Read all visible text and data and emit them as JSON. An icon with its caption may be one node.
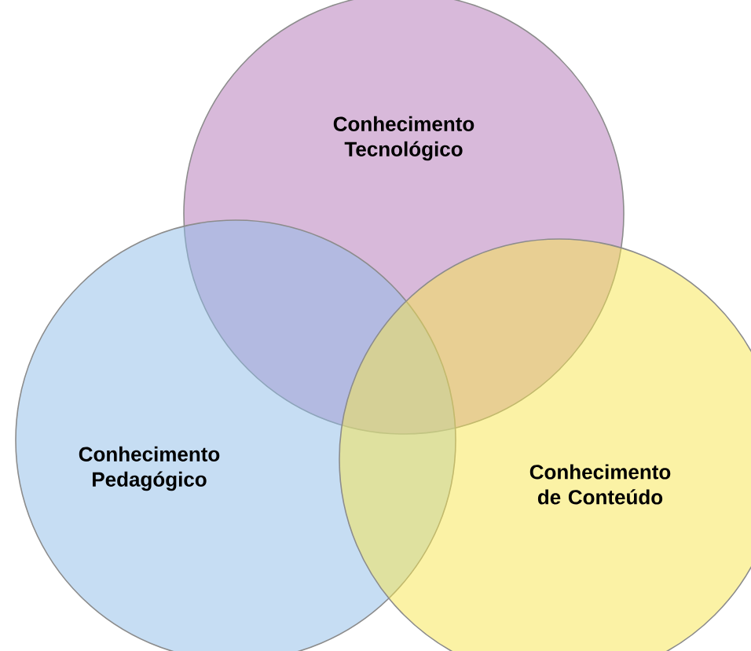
{
  "diagram": {
    "nodes": [
      {
        "text": [
          "Conhecimento Tecnológico"
        ]
      },
      {
        "text": [
          "Conhecimento Pedagógico"
        ]
      },
      {
        "text": [
          "Conhecimento de Conteúdo"
        ]
      }
    ]
  }
}
